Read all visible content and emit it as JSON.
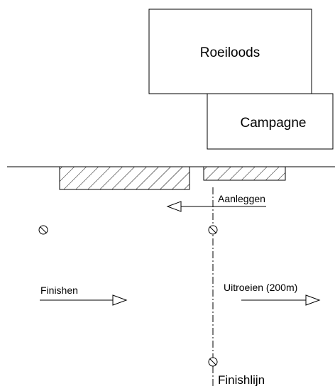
{
  "buildings": {
    "boathouse_label": "Roeiloods",
    "campagne_label": "Campagne"
  },
  "labels": {
    "moor": "Aanleggen",
    "finish_approach": "Finishen",
    "row_out": "Uitroeien (200m)",
    "finish_line": "Finishlijn"
  },
  "colors": {
    "ink": "#000000",
    "background": "#ffffff"
  }
}
